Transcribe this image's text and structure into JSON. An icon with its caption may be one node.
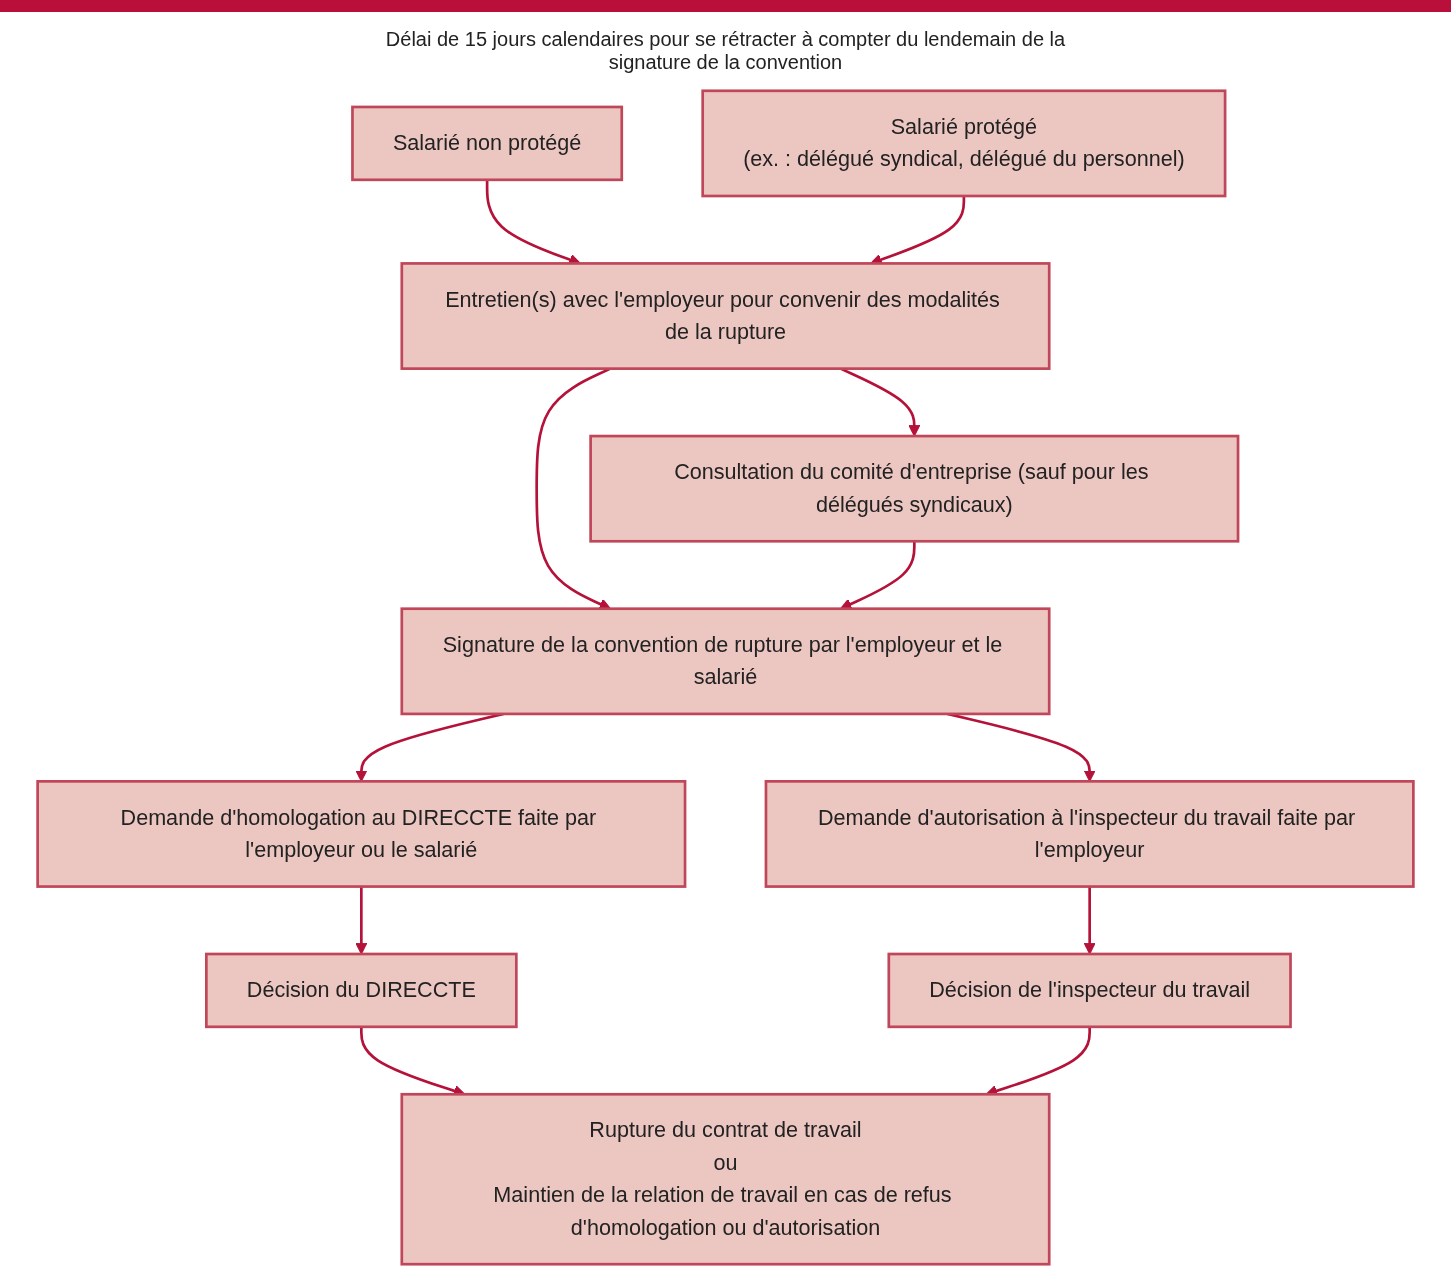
{
  "diagram": {
    "nodes": [
      {
        "text": [
          "Salarié non protégé"
        ]
      },
      {
        "text": [
          "Salarié protégé",
          "(ex. : délégué syndical, délégué du personnel)"
        ]
      },
      {
        "text": [
          "Entretien(s) avec l'employeur pour convenir des modalités de la rupture"
        ]
      },
      {
        "text": [
          "Consultation du comité d'entreprise (sauf pour les délégués syndicaux)"
        ]
      },
      {
        "text": [
          "Signature de la convention de rupture par l'employeur et le salarié"
        ]
      },
      {
        "text": [
          "Demande d'homologation au DIRECCTE faite par l'employeur ou le salarié"
        ]
      },
      {
        "text": [
          "Demande d'autorisation à l'inspecteur du travail faite par l'employeur"
        ]
      },
      {
        "text": [
          "Décision du DIRECCTE"
        ]
      },
      {
        "text": [
          "Décision de l'inspecteur du travail"
        ]
      },
      {
        "text": [
          "Rupture du contrat de travail",
          "ou",
          "Maintien de la relation de travail en cas de refus d'homologation ou d'autorisation"
        ]
      }
    ],
    "edges": [
      {
        "from": 0,
        "to": 2,
        "arrow": "to"
      },
      {
        "from": 1,
        "to": 2,
        "arrow": "to"
      },
      {
        "from": 2,
        "to": 4,
        "arrow": "to"
      },
      {
        "from": 2,
        "to": 3,
        "arrow": "to"
      },
      {
        "from": 3,
        "to": 4,
        "arrow": "to"
      },
      {
        "from": 4,
        "to": 5,
        "arrow": "to"
      },
      {
        "from": 4,
        "to": 6,
        "arrow": "to"
      },
      {
        "from": 5,
        "to": 7,
        "arrow": "to"
      },
      {
        "from": 6,
        "to": 8,
        "arrow": "to"
      },
      {
        "from": 7,
        "to": 9,
        "arrow": "to"
      },
      {
        "from": 8,
        "to": 9,
        "arrow": "to"
      }
    ],
    "labels": [
      "Délai de 15 jours calendaires pour se rétracter à compter du lendemain de la signature de la convention"
    ]
  }
}
